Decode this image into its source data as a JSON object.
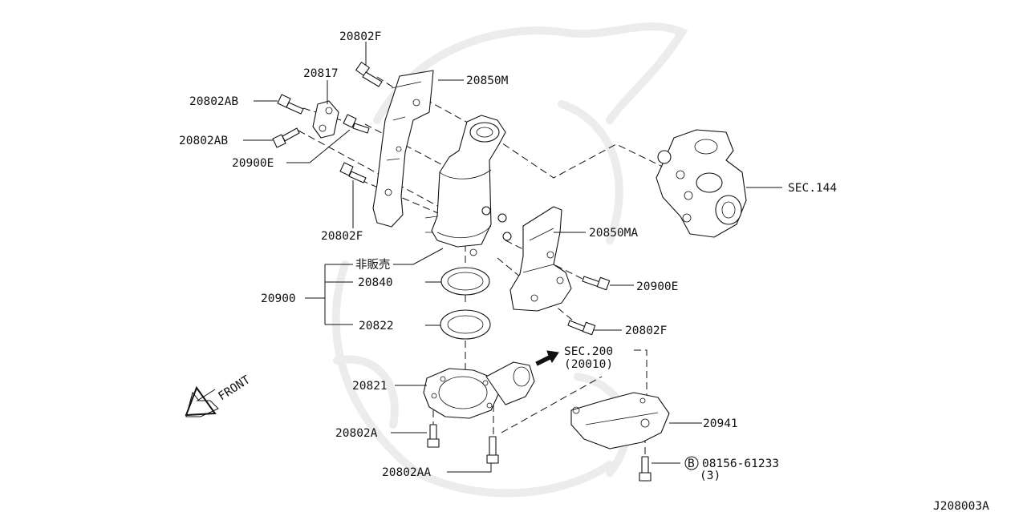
{
  "figure_id": "J208003A",
  "labels": {
    "p20802F_top": "20802F",
    "p20817": "20817",
    "p20850M": "20850M",
    "p20802AB_1": "20802AB",
    "p20802AB_2": "20802AB",
    "p20900E_left": "20900E",
    "p20802F_left": "20802F",
    "sec144": "SEC.144",
    "p20850MA": "20850MA",
    "hihanbai": "非販売",
    "p20840": "20840",
    "p20900": "20900",
    "p20900E_right": "20900E",
    "p20822": "20822",
    "p20802F_right": "20802F",
    "sec200": "SEC.200",
    "sec200_sub": "(20010)",
    "p20821": "20821",
    "p20941": "20941",
    "p20802A": "20802A",
    "p20802AA": "20802AA",
    "bolt_code": "08156-61233",
    "bolt_qty": "(3)",
    "bolt_symbol": "B",
    "front": "FRONT"
  },
  "icons": [
    "front-arrow-icon",
    "sec200-arrow-icon",
    "bolt-b-circle-icon"
  ]
}
